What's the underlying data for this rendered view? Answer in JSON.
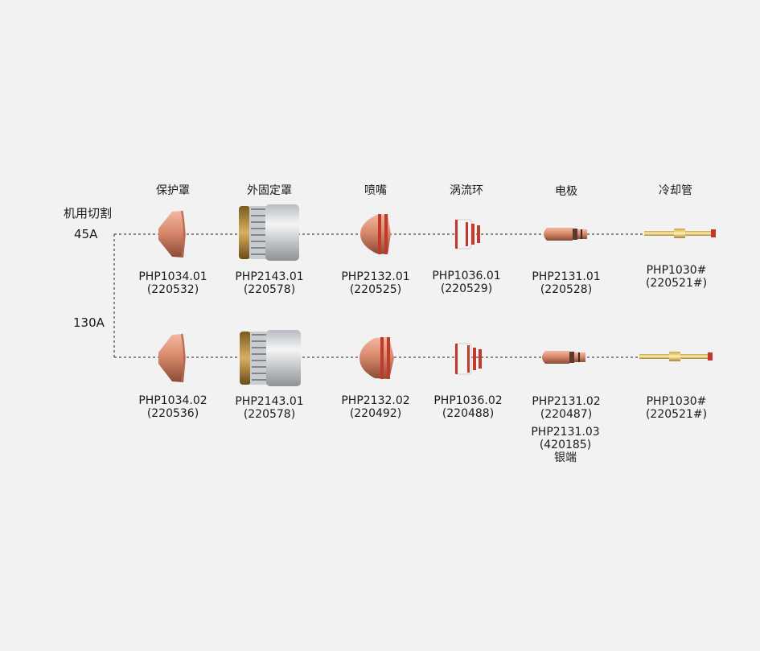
{
  "title": "机用切割",
  "rows": [
    {
      "label": "45A"
    },
    {
      "label": "130A"
    }
  ],
  "columns": [
    {
      "header": "保护罩"
    },
    {
      "header": "外固定罩"
    },
    {
      "header": "喷嘴"
    },
    {
      "header": "涡流环"
    },
    {
      "header": "电极"
    },
    {
      "header": "冷却管"
    }
  ],
  "parts_45A": [
    {
      "code": "PHP1034.01",
      "ref": "(220532)"
    },
    {
      "code": "PHP2143.01",
      "ref": "(220578)"
    },
    {
      "code": "PHP2132.01",
      "ref": "(220525)"
    },
    {
      "code": "PHP1036.01",
      "ref": "(220529)"
    },
    {
      "code": "PHP2131.01",
      "ref": "(220528)"
    },
    {
      "code": "PHP1030#",
      "ref": "(220521#)"
    }
  ],
  "parts_130A": [
    {
      "code": "PHP1034.02",
      "ref": "(220536)"
    },
    {
      "code": "PHP2143.01",
      "ref": "(220578)"
    },
    {
      "code": "PHP2132.02",
      "ref": "(220492)"
    },
    {
      "code": "PHP1036.02",
      "ref": "(220488)"
    },
    {
      "code": "PHP2131.02",
      "ref": "(220487)"
    },
    {
      "code": "PHP1030#",
      "ref": "(220521#)"
    }
  ],
  "extra_part": {
    "code": "PHP2131.03",
    "ref": "(420185)",
    "note": "银端"
  }
}
